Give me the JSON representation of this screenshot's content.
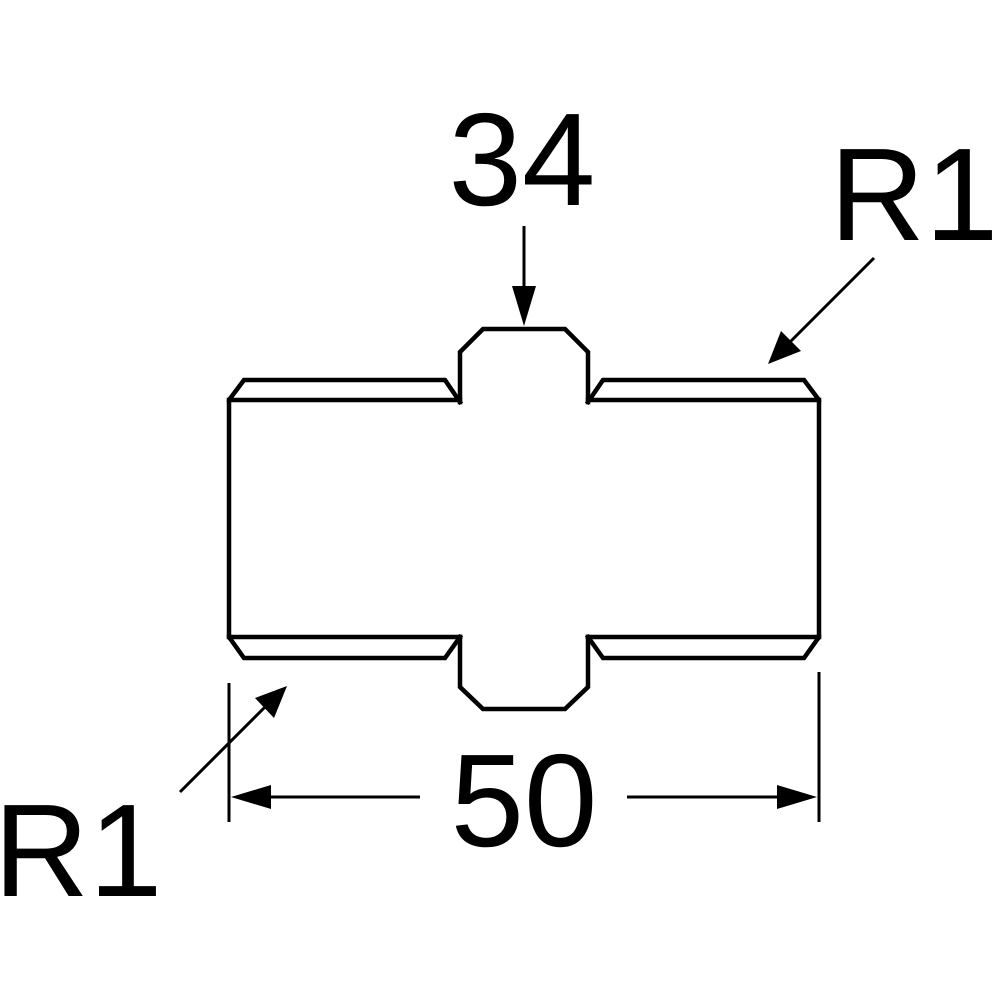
{
  "drawing": {
    "hex_dimension": "34",
    "length_dimension": "50",
    "thread_label_right": "R1",
    "thread_label_left": "R1",
    "colors": {
      "line": "#000000",
      "background": "#ffffff"
    }
  }
}
